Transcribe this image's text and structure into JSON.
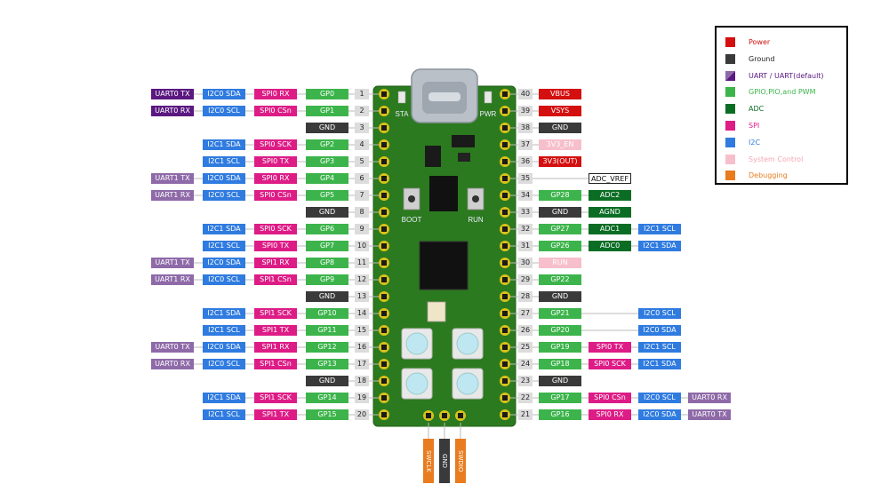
{
  "colors": {
    "gpio": "#3cb44b",
    "gnd": "#3a3a3a",
    "pwr": "#d40f0f",
    "adc": "#0b6d24",
    "spi": "#dd1c86",
    "i2c": "#2f7be0",
    "uart": "#8e6aa8",
    "uart_default": "#5a1880",
    "sys": "#f7bfcb",
    "dbg": "#e87c1f",
    "board": "#2c7a1f",
    "pad": "#d8c21a"
  },
  "board": {
    "silk_sta": "STA",
    "silk_pwr": "PWR",
    "silk_boot": "BOOT",
    "silk_run": "RUN"
  },
  "left_pins": [
    {
      "num": "1",
      "labels": [
        {
          "t": "UART0 TX",
          "c": "uartd"
        },
        {
          "t": "I2C0 SDA",
          "c": "i2c"
        },
        {
          "t": "SPI0 RX",
          "c": "spi"
        },
        {
          "t": "GP0",
          "c": "gpio"
        }
      ]
    },
    {
      "num": "2",
      "labels": [
        {
          "t": "UART0 RX",
          "c": "uartd"
        },
        {
          "t": "I2C0 SCL",
          "c": "i2c"
        },
        {
          "t": "SPI0 CSn",
          "c": "spi"
        },
        {
          "t": "GP1",
          "c": "gpio"
        }
      ]
    },
    {
      "num": "3",
      "labels": [
        {
          "t": "GND",
          "c": "gnd"
        }
      ]
    },
    {
      "num": "4",
      "labels": [
        {
          "t": "I2C1 SDA",
          "c": "i2c"
        },
        {
          "t": "SPI0 SCK",
          "c": "spi"
        },
        {
          "t": "GP2",
          "c": "gpio"
        }
      ]
    },
    {
      "num": "5",
      "labels": [
        {
          "t": "I2C1 SCL",
          "c": "i2c"
        },
        {
          "t": "SPI0 TX",
          "c": "spi"
        },
        {
          "t": "GP3",
          "c": "gpio"
        }
      ]
    },
    {
      "num": "6",
      "labels": [
        {
          "t": "UART1 TX",
          "c": "uart"
        },
        {
          "t": "I2C0 SDA",
          "c": "i2c"
        },
        {
          "t": "SPI0 RX",
          "c": "spi"
        },
        {
          "t": "GP4",
          "c": "gpio"
        }
      ]
    },
    {
      "num": "7",
      "labels": [
        {
          "t": "UART1 RX",
          "c": "uart"
        },
        {
          "t": "I2C0 SCL",
          "c": "i2c"
        },
        {
          "t": "SPI0 CSn",
          "c": "spi"
        },
        {
          "t": "GP5",
          "c": "gpio"
        }
      ]
    },
    {
      "num": "8",
      "labels": [
        {
          "t": "GND",
          "c": "gnd"
        }
      ]
    },
    {
      "num": "9",
      "labels": [
        {
          "t": "I2C1 SDA",
          "c": "i2c"
        },
        {
          "t": "SPI0 SCK",
          "c": "spi"
        },
        {
          "t": "GP6",
          "c": "gpio"
        }
      ]
    },
    {
      "num": "10",
      "labels": [
        {
          "t": "I2C1 SCL",
          "c": "i2c"
        },
        {
          "t": "SPI0 TX",
          "c": "spi"
        },
        {
          "t": "GP7",
          "c": "gpio"
        }
      ]
    },
    {
      "num": "11",
      "labels": [
        {
          "t": "UART1 TX",
          "c": "uart"
        },
        {
          "t": "I2C0 SDA",
          "c": "i2c"
        },
        {
          "t": "SPI1 RX",
          "c": "spi"
        },
        {
          "t": "GP8",
          "c": "gpio"
        }
      ]
    },
    {
      "num": "12",
      "labels": [
        {
          "t": "UART1 RX",
          "c": "uart"
        },
        {
          "t": "I2C0 SCL",
          "c": "i2c"
        },
        {
          "t": "SPI1 CSn",
          "c": "spi"
        },
        {
          "t": "GP9",
          "c": "gpio"
        }
      ]
    },
    {
      "num": "13",
      "labels": [
        {
          "t": "GND",
          "c": "gnd"
        }
      ]
    },
    {
      "num": "14",
      "labels": [
        {
          "t": "I2C1 SDA",
          "c": "i2c"
        },
        {
          "t": "SPI1 SCK",
          "c": "spi"
        },
        {
          "t": "GP10",
          "c": "gpio"
        }
      ]
    },
    {
      "num": "15",
      "labels": [
        {
          "t": "I2C1 SCL",
          "c": "i2c"
        },
        {
          "t": "SPI1 TX",
          "c": "spi"
        },
        {
          "t": "GP11",
          "c": "gpio"
        }
      ]
    },
    {
      "num": "16",
      "labels": [
        {
          "t": "UART0 TX",
          "c": "uart"
        },
        {
          "t": "I2C0 SDA",
          "c": "i2c"
        },
        {
          "t": "SPI1 RX",
          "c": "spi"
        },
        {
          "t": "GP12",
          "c": "gpio"
        }
      ]
    },
    {
      "num": "17",
      "labels": [
        {
          "t": "UART0 RX",
          "c": "uart"
        },
        {
          "t": "I2C0 SCL",
          "c": "i2c"
        },
        {
          "t": "SPI1 CSn",
          "c": "spi"
        },
        {
          "t": "GP13",
          "c": "gpio"
        }
      ]
    },
    {
      "num": "18",
      "labels": [
        {
          "t": "GND",
          "c": "gnd"
        }
      ]
    },
    {
      "num": "19",
      "labels": [
        {
          "t": "I2C1 SDA",
          "c": "i2c"
        },
        {
          "t": "SPI1 SCK",
          "c": "spi"
        },
        {
          "t": "GP14",
          "c": "gpio"
        }
      ]
    },
    {
      "num": "20",
      "labels": [
        {
          "t": "I2C1 SCL",
          "c": "i2c"
        },
        {
          "t": "SPI1 TX",
          "c": "spi"
        },
        {
          "t": "GP15",
          "c": "gpio"
        }
      ]
    }
  ],
  "right_pins": [
    {
      "num": "40",
      "labels": [
        {
          "t": "VBUS",
          "c": "pwr"
        }
      ]
    },
    {
      "num": "39",
      "labels": [
        {
          "t": "VSYS",
          "c": "pwr"
        }
      ]
    },
    {
      "num": "38",
      "labels": [
        {
          "t": "GND",
          "c": "gnd"
        }
      ]
    },
    {
      "num": "37",
      "labels": [
        {
          "t": "3V3_EN",
          "c": "sys"
        }
      ]
    },
    {
      "num": "36",
      "labels": [
        {
          "t": "3V3(OUT)",
          "c": "pwr"
        }
      ]
    },
    {
      "num": "35",
      "labels": [
        {
          "t": "",
          "c": "none"
        },
        {
          "t": "ADC_VREF",
          "c": "wht"
        }
      ]
    },
    {
      "num": "34",
      "labels": [
        {
          "t": "GP28",
          "c": "gpio"
        },
        {
          "t": "ADC2",
          "c": "adc"
        }
      ]
    },
    {
      "num": "33",
      "labels": [
        {
          "t": "GND",
          "c": "gnd"
        },
        {
          "t": "AGND",
          "c": "adc"
        }
      ]
    },
    {
      "num": "32",
      "labels": [
        {
          "t": "GP27",
          "c": "gpio"
        },
        {
          "t": "ADC1",
          "c": "adc"
        },
        {
          "t": "I2C1 SCL",
          "c": "i2c"
        }
      ]
    },
    {
      "num": "31",
      "labels": [
        {
          "t": "GP26",
          "c": "gpio"
        },
        {
          "t": "ADC0",
          "c": "adc"
        },
        {
          "t": "I2C1 SDA",
          "c": "i2c"
        }
      ]
    },
    {
      "num": "30",
      "labels": [
        {
          "t": "RUN",
          "c": "sys"
        }
      ]
    },
    {
      "num": "29",
      "labels": [
        {
          "t": "GP22",
          "c": "gpio"
        }
      ]
    },
    {
      "num": "28",
      "labels": [
        {
          "t": "GND",
          "c": "gnd"
        }
      ]
    },
    {
      "num": "27",
      "labels": [
        {
          "t": "GP21",
          "c": "gpio"
        },
        {
          "t": "",
          "c": "line"
        },
        {
          "t": "I2C0 SCL",
          "c": "i2c"
        }
      ]
    },
    {
      "num": "26",
      "labels": [
        {
          "t": "GP20",
          "c": "gpio"
        },
        {
          "t": "",
          "c": "line"
        },
        {
          "t": "I2C0 SDA",
          "c": "i2c"
        }
      ]
    },
    {
      "num": "25",
      "labels": [
        {
          "t": "GP19",
          "c": "gpio"
        },
        {
          "t": "SPI0 TX",
          "c": "spi"
        },
        {
          "t": "I2C1 SCL",
          "c": "i2c"
        }
      ]
    },
    {
      "num": "24",
      "labels": [
        {
          "t": "GP18",
          "c": "gpio"
        },
        {
          "t": "SPI0 SCK",
          "c": "spi"
        },
        {
          "t": "I2C1 SDA",
          "c": "i2c"
        }
      ]
    },
    {
      "num": "23",
      "labels": [
        {
          "t": "GND",
          "c": "gnd"
        }
      ]
    },
    {
      "num": "22",
      "labels": [
        {
          "t": "GP17",
          "c": "gpio"
        },
        {
          "t": "SPI0 CSn",
          "c": "spi"
        },
        {
          "t": "I2C0 SCL",
          "c": "i2c"
        },
        {
          "t": "UART0 RX",
          "c": "uart"
        }
      ]
    },
    {
      "num": "21",
      "labels": [
        {
          "t": "GP16",
          "c": "gpio"
        },
        {
          "t": "SPI0 RX",
          "c": "spi"
        },
        {
          "t": "I2C0 SDA",
          "c": "i2c"
        },
        {
          "t": "UART0 TX",
          "c": "uart"
        }
      ]
    }
  ],
  "debug_pins": [
    {
      "label": "SWCLK",
      "c": "dbg"
    },
    {
      "label": "GND",
      "c": "gnd"
    },
    {
      "label": "SWDIO",
      "c": "dbg"
    }
  ],
  "legend": [
    {
      "text": "Power",
      "c": "pwr",
      "tc": "#d40f0f"
    },
    {
      "text": "Ground",
      "c": "gnd",
      "tc": "#222222"
    },
    {
      "text": "UART / UART(default)",
      "c": "uart",
      "tc": "#5a1880"
    },
    {
      "text": "GPIO,PIO,and PWM",
      "c": "gpio",
      "tc": "#3cb44b"
    },
    {
      "text": "ADC",
      "c": "adc",
      "tc": "#0b6d24"
    },
    {
      "text": "SPI",
      "c": "spi",
      "tc": "#dd1c86"
    },
    {
      "text": "I2C",
      "c": "i2c",
      "tc": "#2f7be0"
    },
    {
      "text": "System Control",
      "c": "sys",
      "tc": "#f4a6b6"
    },
    {
      "text": "Debugging",
      "c": "dbg",
      "tc": "#e87c1f"
    }
  ]
}
